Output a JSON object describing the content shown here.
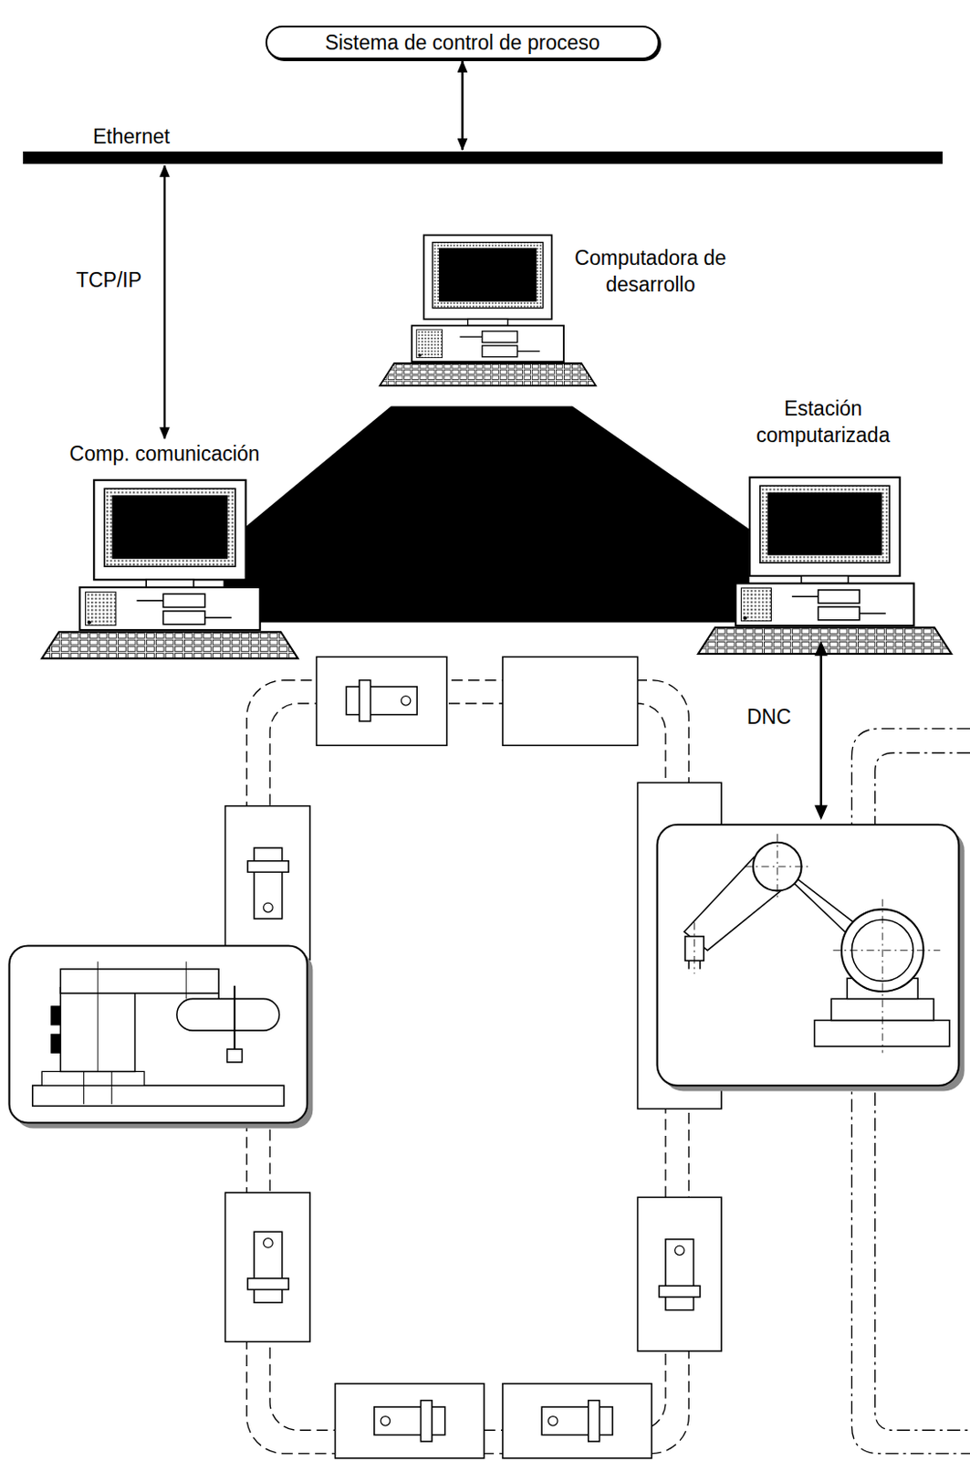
{
  "diagram": {
    "nodes": [
      {
        "text": [
          "Sistema de control de proceso"
        ]
      },
      {
        "text": [
          "Ethernet"
        ]
      },
      {
        "text": [
          "Computadora de desarrollo"
        ]
      },
      {
        "text": [
          "Comp. comunicación"
        ]
      },
      {
        "text": [
          "Estación computarizada"
        ]
      }
    ],
    "edges": [
      {
        "from": 0,
        "to": 1,
        "arrow": "both"
      },
      {
        "from": 1,
        "to": 3,
        "label": "TCP/IP",
        "arrow": "both"
      }
    ],
    "labels": [
      "DNC"
    ]
  }
}
